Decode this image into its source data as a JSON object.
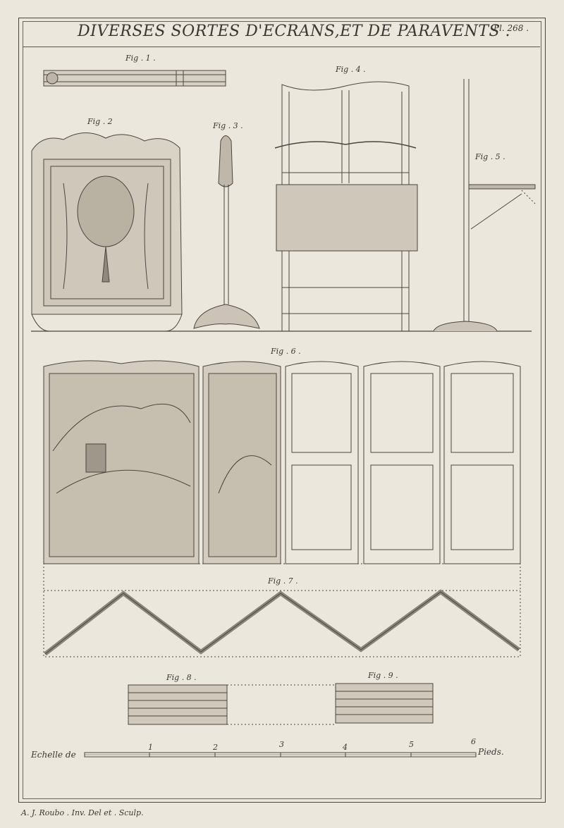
{
  "plate": {
    "title": "DIVERSES SORTES D'ECRANS,ET DE PARAVENTS .",
    "plate_number": "Pl. 268 .",
    "credit": "A. J. Roubo . Inv. Del et . Sculp."
  },
  "figures": {
    "fig1": "Fig . 1 .",
    "fig2": "Fig . 2",
    "fig3": "Fig . 3 .",
    "fig4": "Fig . 4 .",
    "fig5": "Fig . 5 .",
    "fig6": "Fig . 6 .",
    "fig7": "Fig . 7 .",
    "fig8": "Fig . 8 .",
    "fig9": "Fig . 9 ."
  },
  "scale": {
    "label": "Echelle de",
    "unit": "Pieds.",
    "ticks": [
      "1",
      "2",
      "3",
      "4",
      "5",
      "6"
    ]
  },
  "colors": {
    "paper": "#ece7dc",
    "ink": "#3a3632",
    "panel_shade": "#cfc8ba"
  }
}
